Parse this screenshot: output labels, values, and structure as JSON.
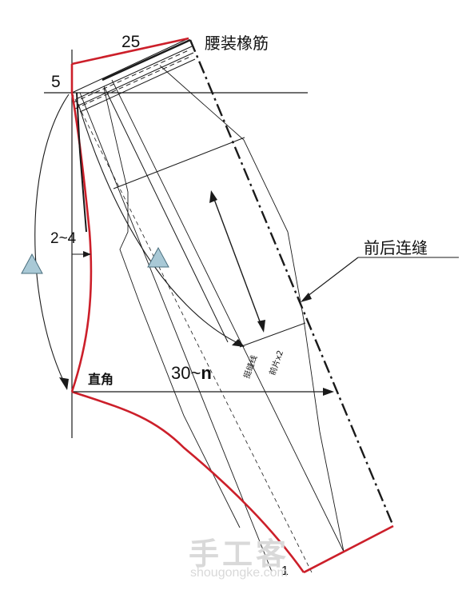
{
  "labels": {
    "top_measure": "25",
    "waist_note": "腰装橡筋",
    "left_measure": "5",
    "offset_measure": "2~4",
    "right_angle": "直角",
    "length_measure_prefix": "30~",
    "length_measure_suffix": "n",
    "seam_note": "前后连缝",
    "bottom_measure": "1",
    "inner_text_a": "挺缝线",
    "inner_text_b": "前片x2"
  },
  "watermark": {
    "title": "手工客",
    "site": "shougongke.com"
  },
  "colors": {
    "outline_red": "#cc1f2a",
    "line": "#1a1a1a",
    "triangle_fill": "#a9c9d6"
  },
  "icons": [
    "triangle-marker",
    "triangle-marker"
  ]
}
